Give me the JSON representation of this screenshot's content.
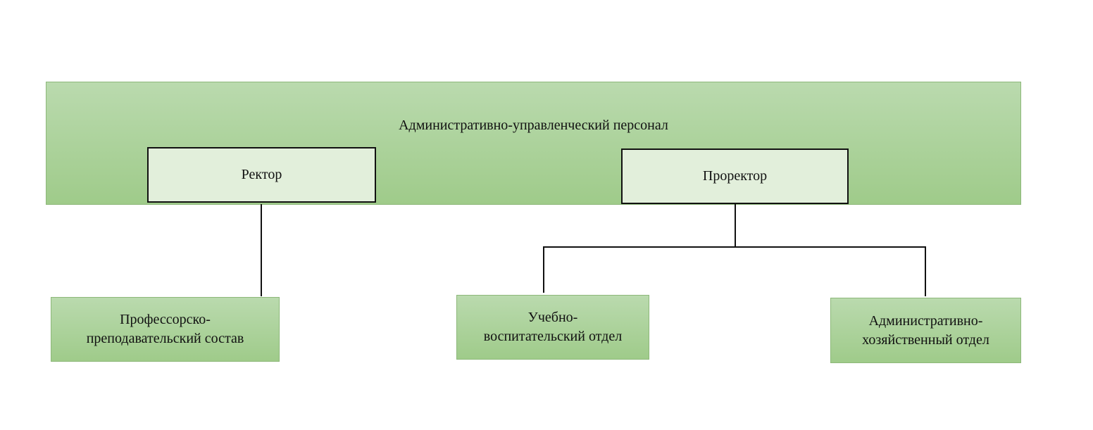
{
  "diagram": {
    "title": "Административно-управленческий персонал",
    "nodes": {
      "rector": "Ректор",
      "prorector": "Проректор",
      "pps": [
        "Профессорско-",
        "преподавательский состав"
      ],
      "uvo": [
        "Учебно-",
        "воспитательский отдел"
      ],
      "aho": [
        "Административно-",
        "хозяйственный отдел"
      ]
    },
    "edges": [
      [
        "rector",
        "pps"
      ],
      [
        "prorector",
        "uvo"
      ],
      [
        "prorector",
        "aho"
      ]
    ],
    "colors": {
      "group_fill_top": "#badaae",
      "group_fill_bottom": "#9fcb8a",
      "leader_fill": "#e2efdb",
      "line": "#111111"
    }
  }
}
